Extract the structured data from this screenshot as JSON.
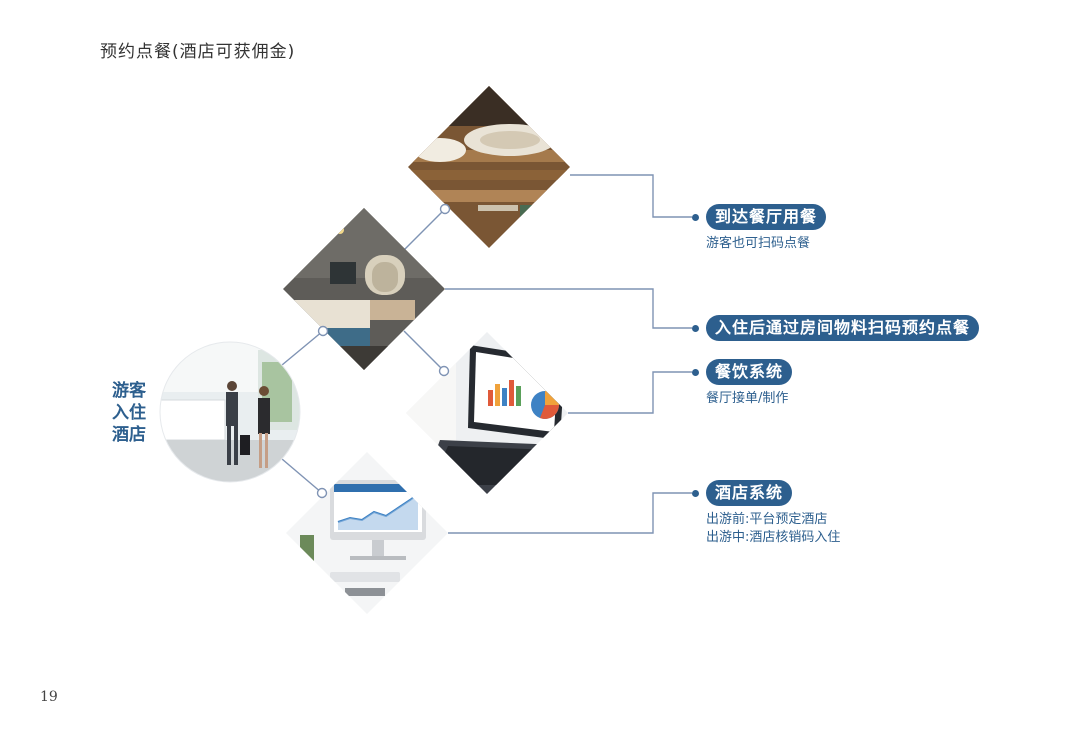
{
  "page": {
    "title": "预约点餐(酒店可获佣金)",
    "number": "19"
  },
  "start": {
    "lines": [
      "游客",
      "入住",
      "酒店"
    ]
  },
  "items": [
    {
      "title": "到达餐厅用餐",
      "subs": [
        "游客也可扫码点餐"
      ]
    },
    {
      "title": "入住后通过房间物料扫码预约点餐",
      "subs": []
    },
    {
      "title": "餐饮系统",
      "subs": [
        "餐厅接单/制作"
      ]
    },
    {
      "title": "酒店系统",
      "subs": [
        "出游前:平台预定酒店",
        "出游中:酒店核销码入住"
      ]
    }
  ],
  "chart_data": {
    "chart_values": [],
    "chart_series": []
  },
  "colors": {
    "accent": "#2d5f8e",
    "connector": "#7f93b4",
    "text": "#333333"
  },
  "icons": {
    "photos": [
      "hotel-lobby-photo",
      "restaurant-table-photo",
      "hotel-room-photo",
      "laptop-chart-photo",
      "desktop-monitor-photo"
    ]
  }
}
